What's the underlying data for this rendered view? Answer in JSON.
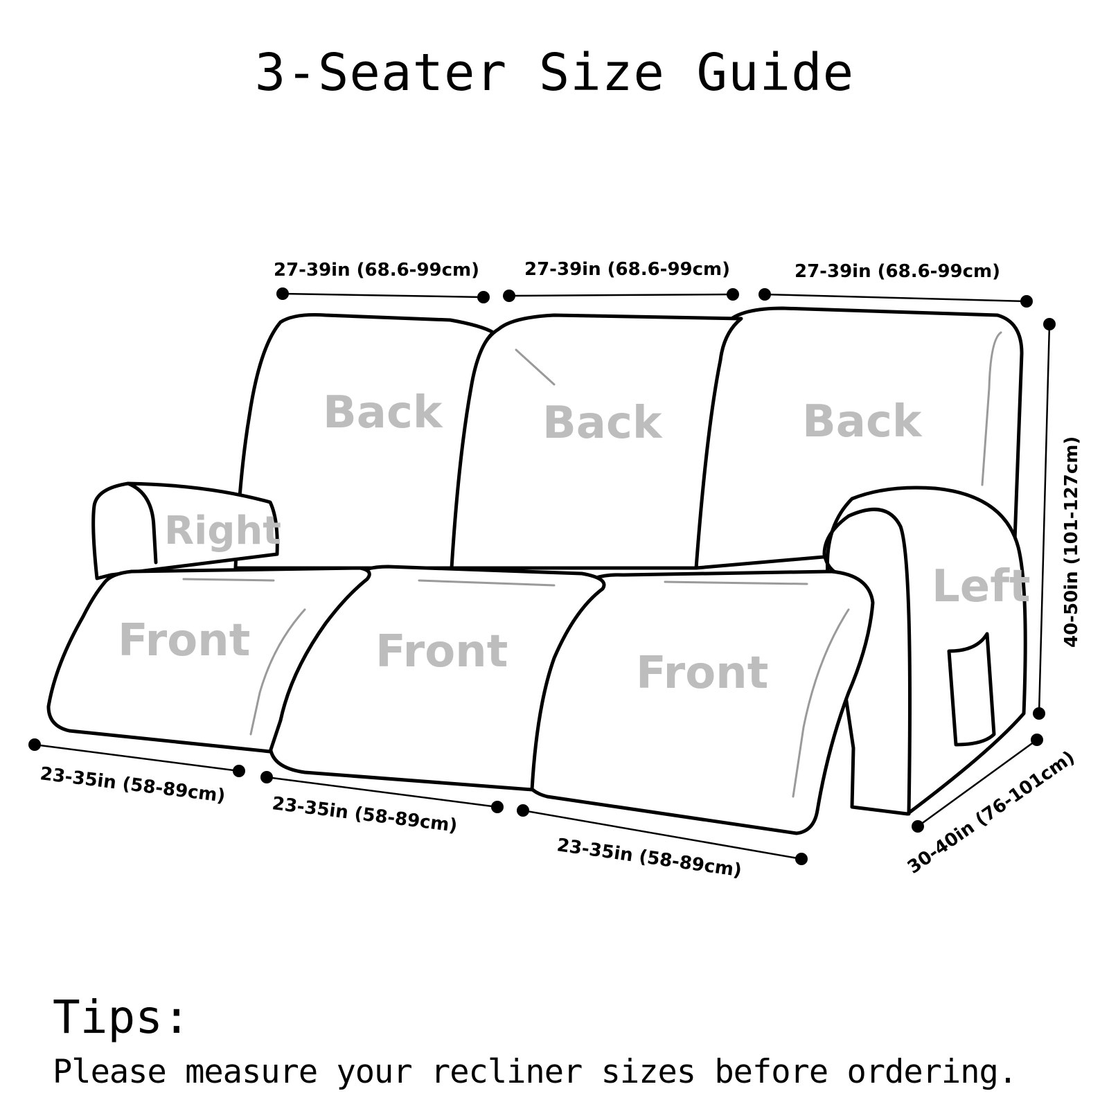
{
  "title": "3-Seater Size Guide",
  "parts": {
    "back_left": "Back",
    "back_middle": "Back",
    "back_right": "Back",
    "right_arm": "Right",
    "left_arm": "Left",
    "front_left": "Front",
    "front_middle": "Front",
    "front_right": "Front"
  },
  "dimensions": {
    "back_width_1": "27-39in  (68.6-99cm)",
    "back_width_2": "27-39in  (68.6-99cm)",
    "back_width_3": "27-39in  (68.6-99cm)",
    "front_width_1": "23-35in  (58-89cm)",
    "front_width_2": "23-35in  (58-89cm)",
    "front_width_3": "23-35in  (58-89cm)",
    "height": "40-50in  (101-127cm)",
    "depth": "30-40in  (76-101cm)"
  },
  "tips": {
    "heading": "Tips:",
    "text": "Please measure your recliner sizes before ordering."
  }
}
